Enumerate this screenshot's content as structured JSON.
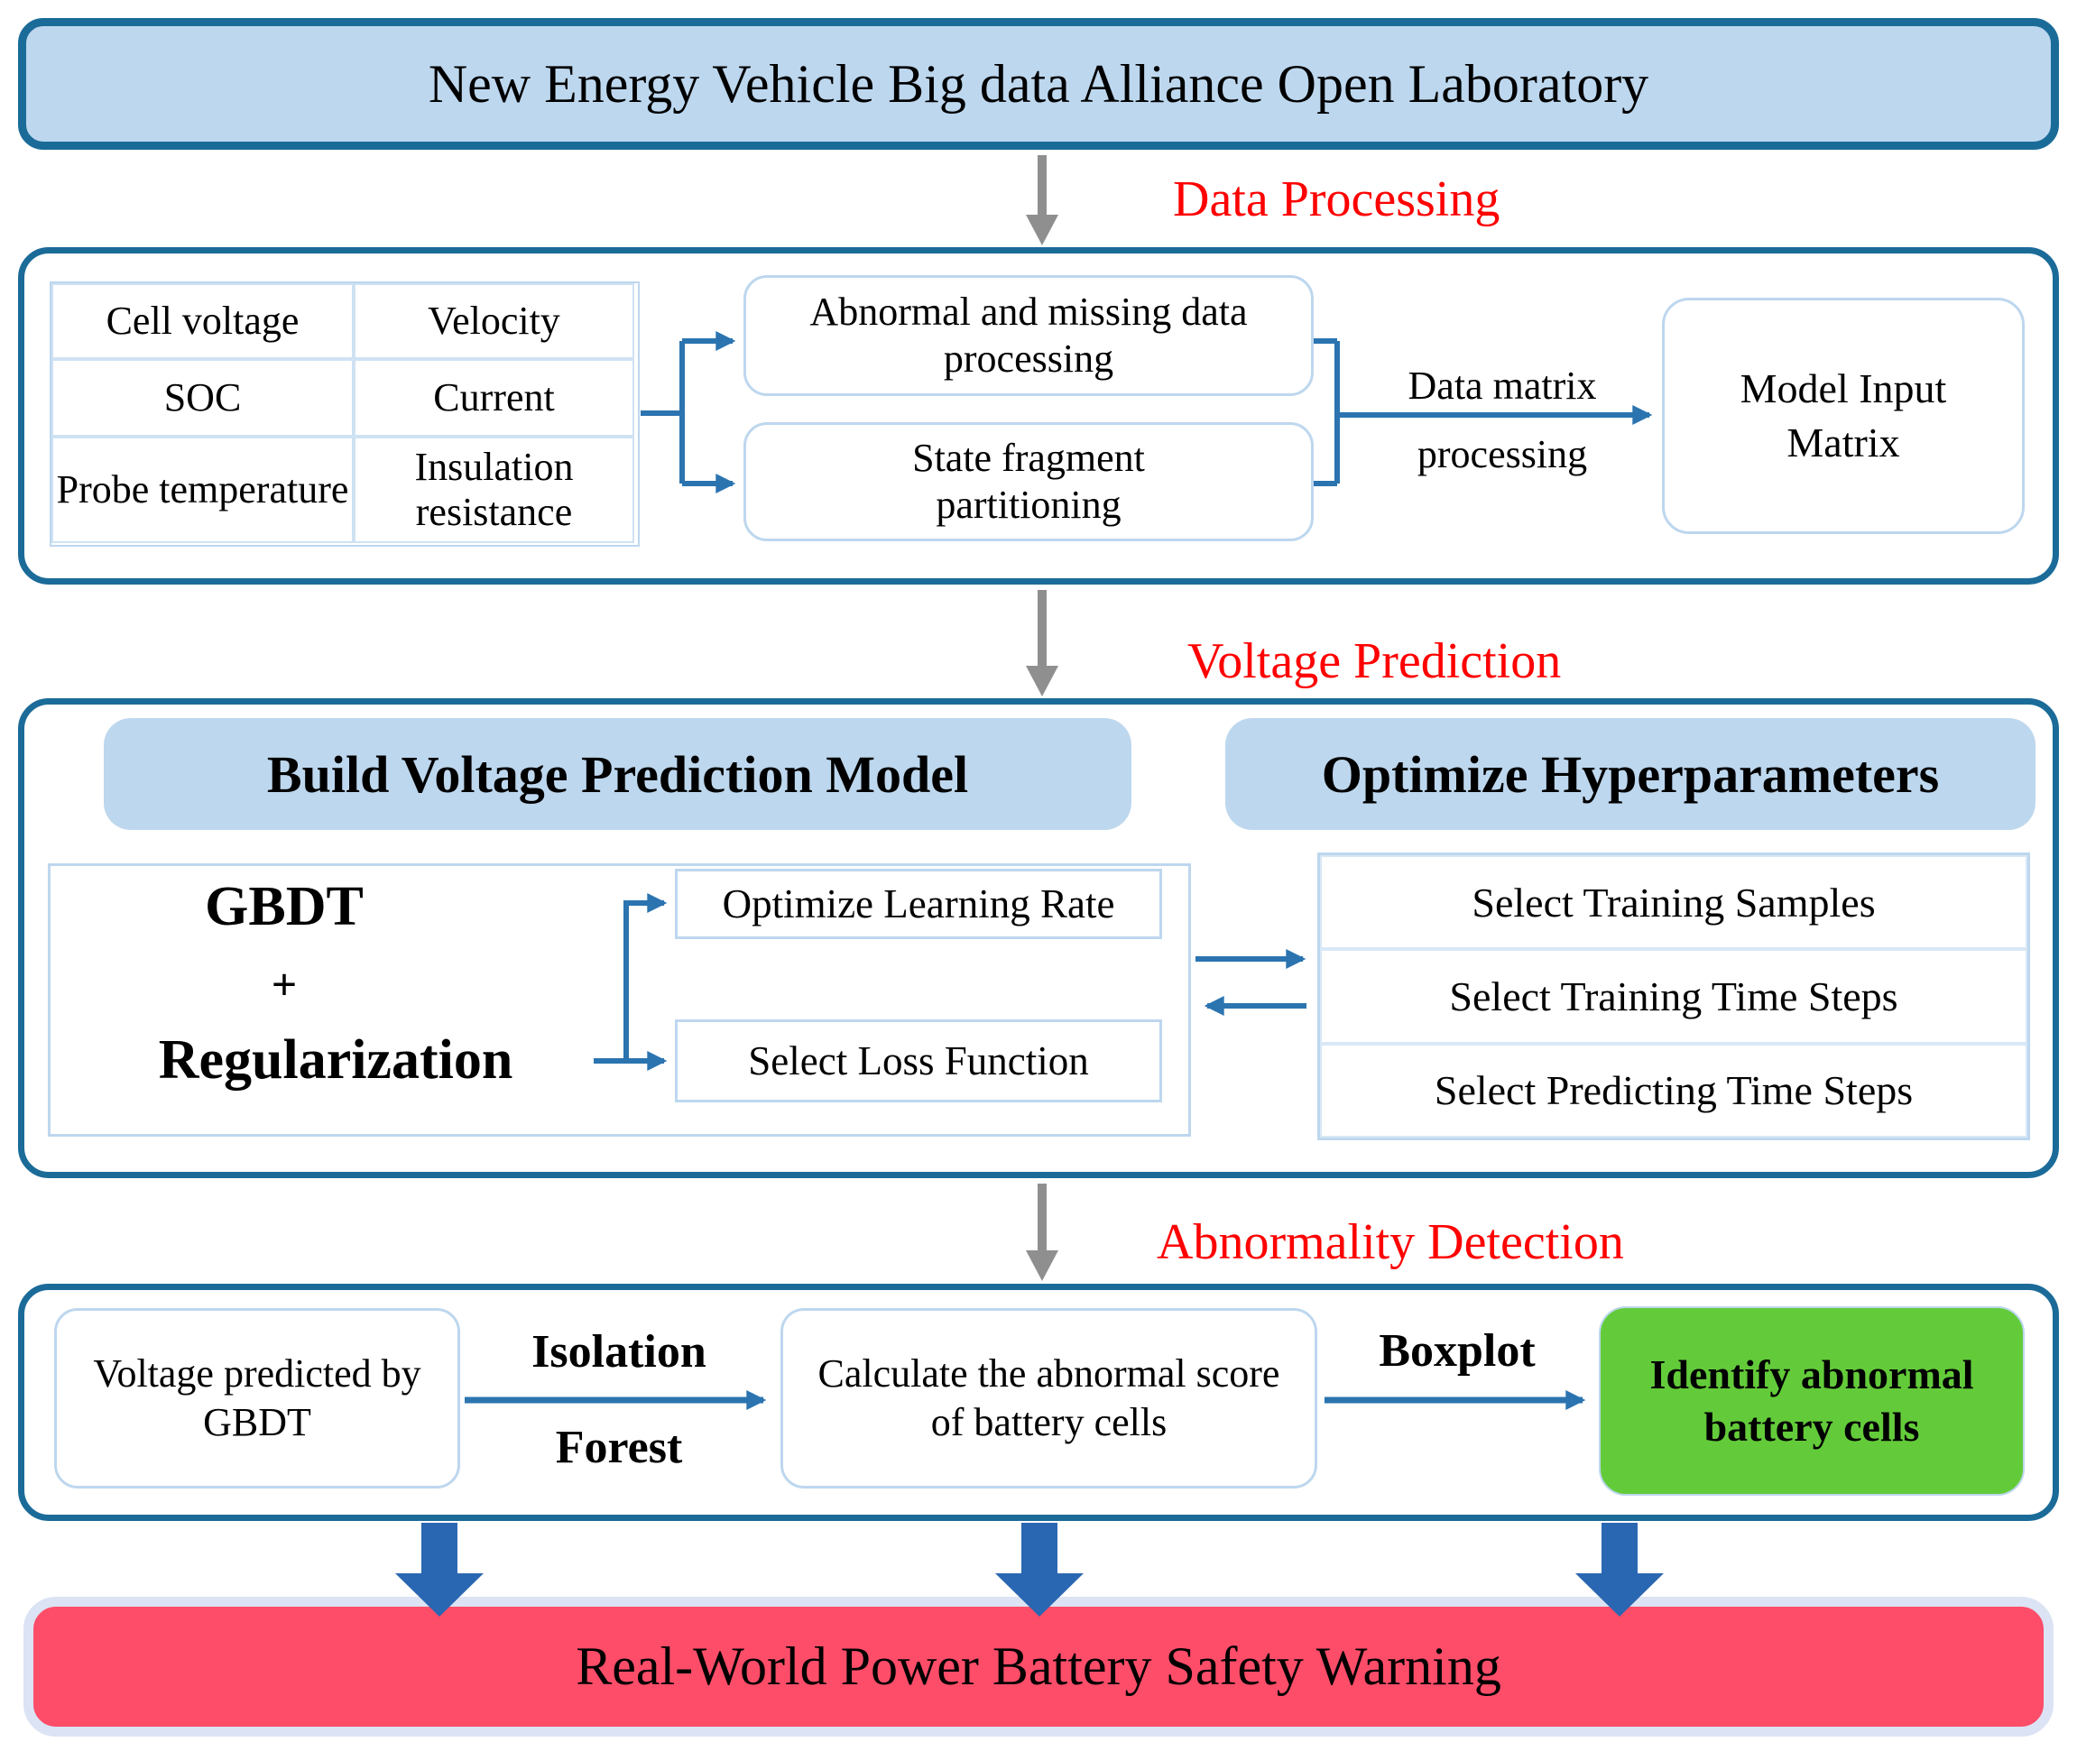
{
  "title_banner": "New Energy Vehicle Big data Alliance Open Laboratory",
  "stage_labels": {
    "data_processing": "Data Processing",
    "voltage_prediction": "Voltage Prediction",
    "abnormality_detection": "Abnormality Detection"
  },
  "data_processing": {
    "table": {
      "rows": [
        [
          "Cell voltage",
          "Velocity"
        ],
        [
          "SOC",
          "Current"
        ],
        [
          "Probe temperature",
          "Insulation resistance"
        ]
      ]
    },
    "abnormal_box": "Abnormal and missing data processing",
    "fragment_box": "State fragment partitioning",
    "matrix_label": "Data matrix processing",
    "model_input_box": "Model Input Matrix"
  },
  "voltage_prediction": {
    "left_header": "Build Voltage Prediction Model",
    "right_header": "Optimize Hyperparameters",
    "gbdt": {
      "line1": "GBDT",
      "line2": "+",
      "line3": "Regularization"
    },
    "learning_rate_box": "Optimize Learning Rate",
    "loss_box": "Select Loss Function",
    "hyper_items": [
      "Select Training Samples",
      "Select Training Time Steps",
      "Select Predicting Time Steps"
    ]
  },
  "abnormality_detection": {
    "voltage_box": "Voltage predicted by GBDT",
    "isolation_label": "Isolation Forest",
    "score_box": "Calculate the abnormal score of battery cells",
    "boxplot_label": "Boxplot",
    "identify_box": "Identify abnormal battery cells"
  },
  "warning_banner": "Real-World Power Battery Safety Warning",
  "colors": {
    "section_border": "#1b6b99",
    "light_blue_fill": "#bdd7ee",
    "inner_border_blue": "#bdd7ee",
    "connector_blue": "#2b74b0",
    "block_arrow_blue": "#2a67b2",
    "gray_arrow": "#8f8f8f",
    "label_red": "#ff0000",
    "identify_green": "#63cb3a",
    "warning_pink": "#fd4d69",
    "warning_border": "#dbe3f4"
  }
}
